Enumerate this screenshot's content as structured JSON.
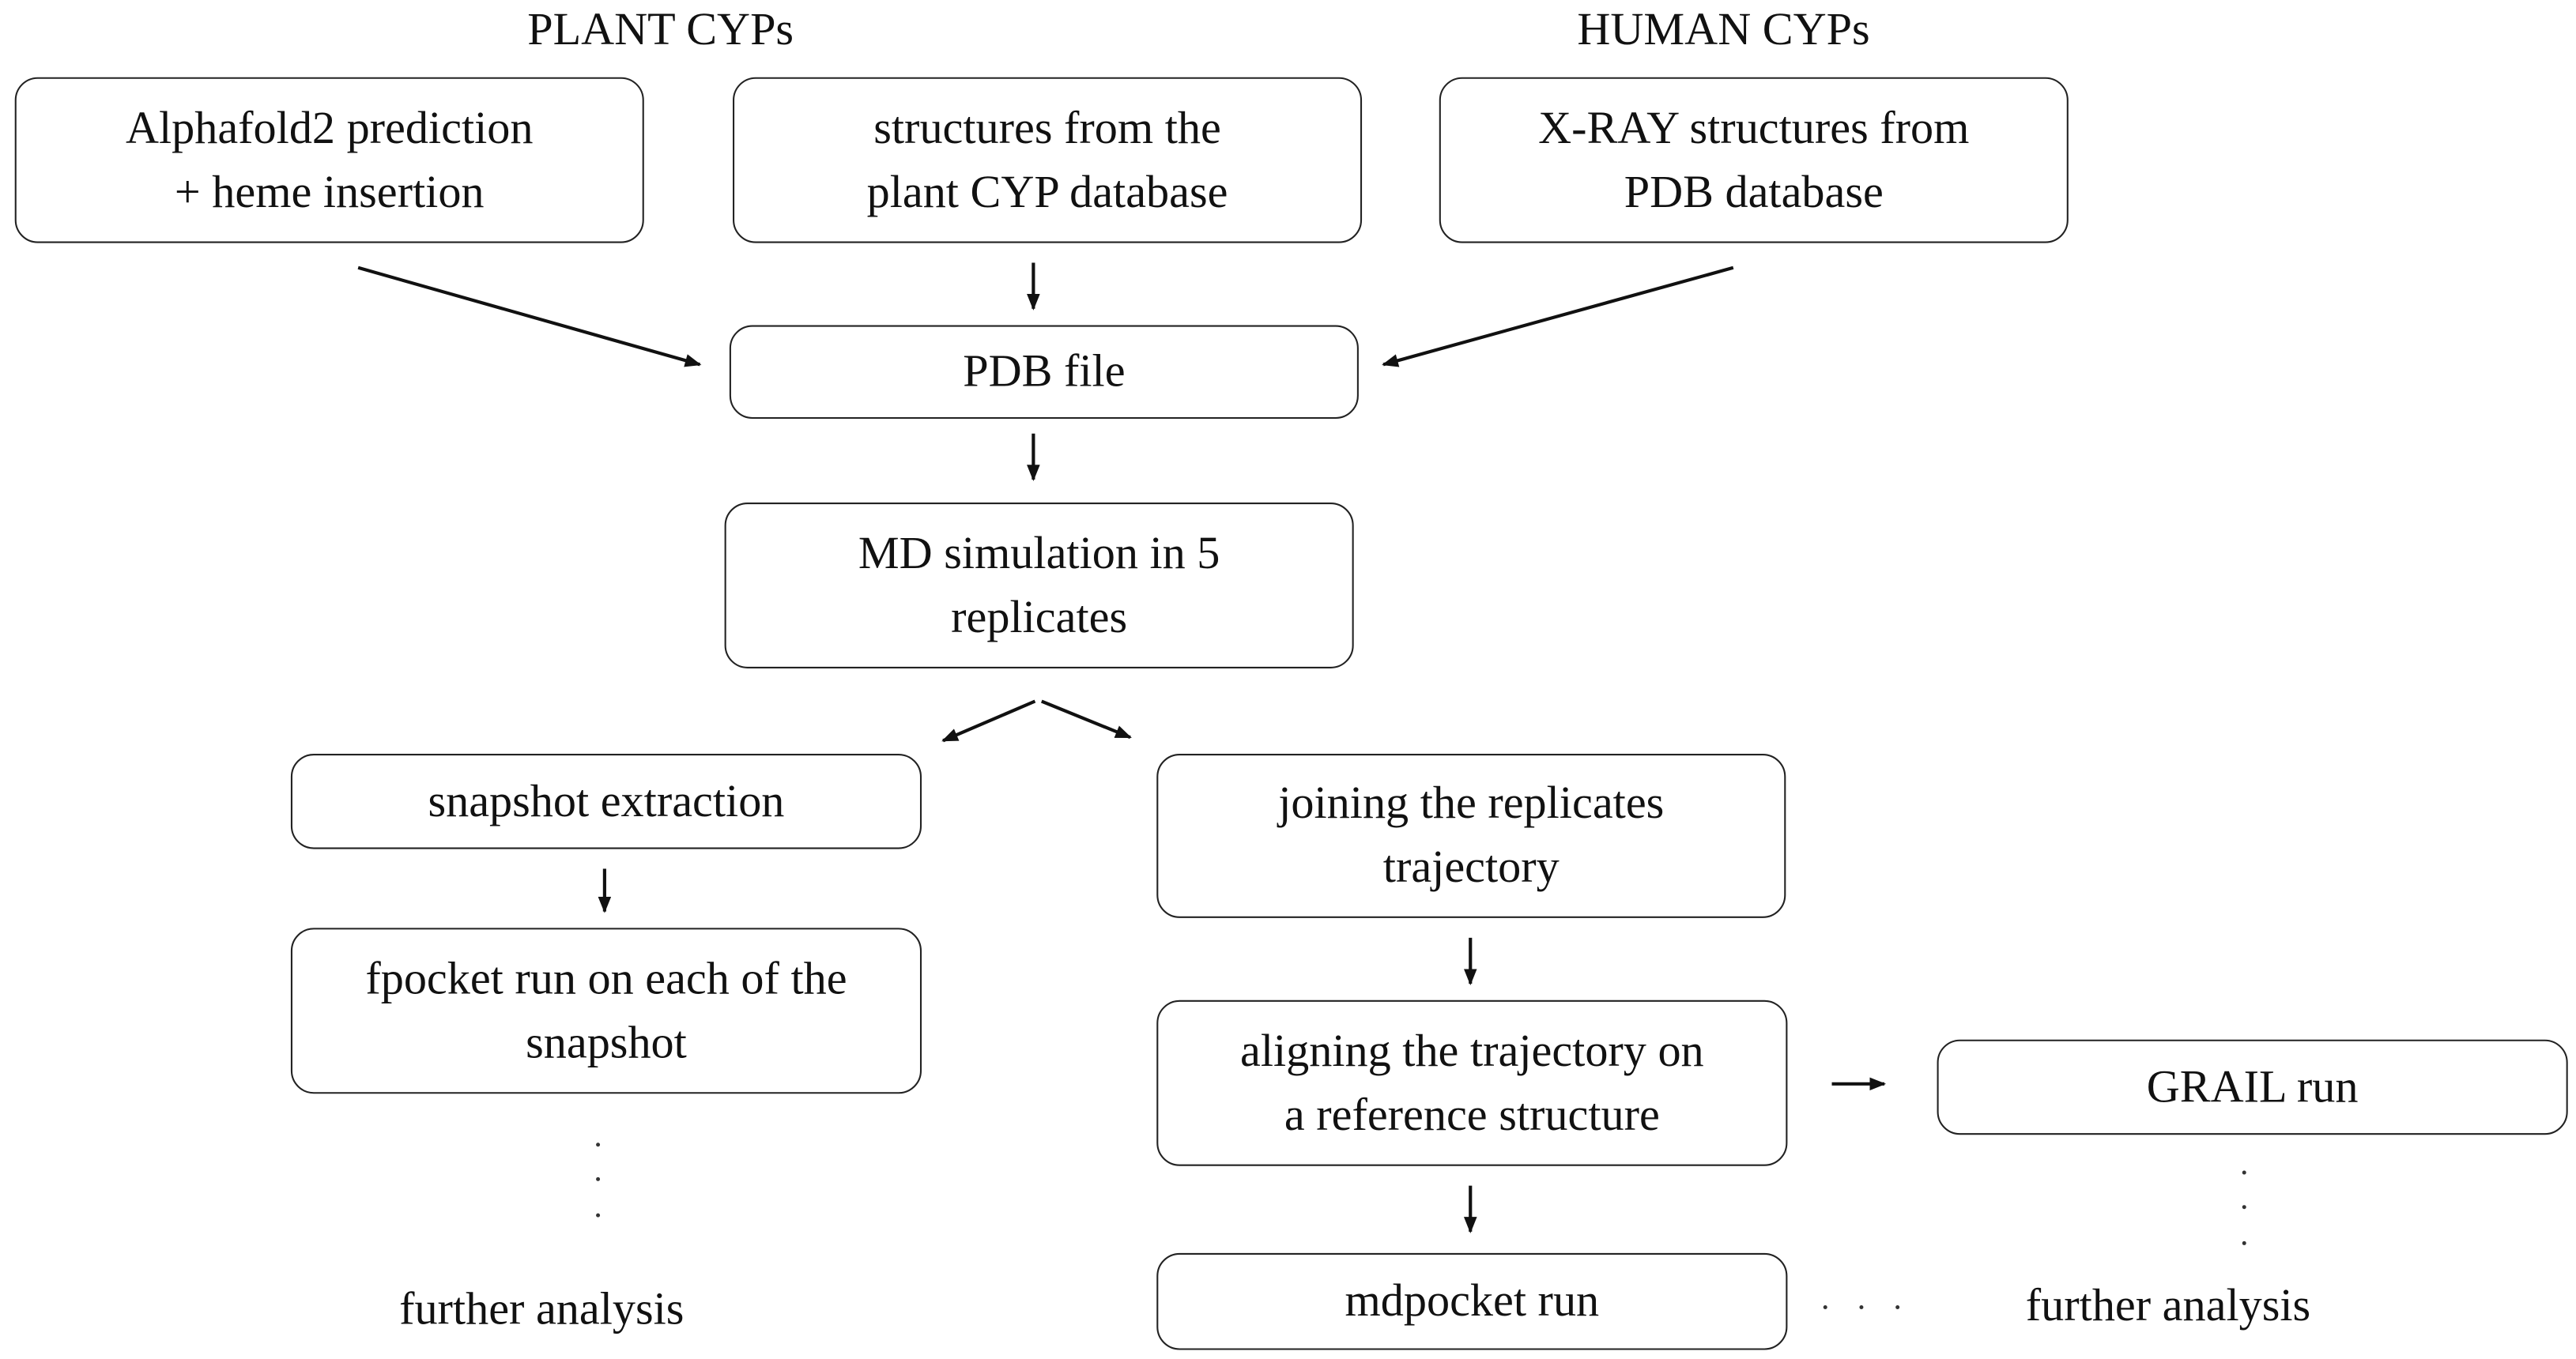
{
  "headers": {
    "plant": "PLANT CYPs",
    "human": "HUMAN CYPs"
  },
  "boxes": {
    "alphafold": {
      "line1": "Alphafold2 prediction",
      "line2": "+ heme insertion"
    },
    "plant_db": {
      "line1": "structures from the",
      "line2": "plant CYP database"
    },
    "xray": {
      "line1": "X-RAY structures  from",
      "line2": "PDB database"
    },
    "pdb_file": {
      "line1": "PDB file"
    },
    "md_sim": {
      "line1": "MD simulation in 5",
      "line2": "replicates"
    },
    "snapshot": {
      "line1": "snapshot extraction"
    },
    "fpocket": {
      "line1": "fpocket run on each of the",
      "line2": "snapshot"
    },
    "joining": {
      "line1": "joining the replicates",
      "line2": "trajectory"
    },
    "aligning": {
      "line1": "aligning the trajectory on",
      "line2": "a reference structure"
    },
    "grail": {
      "line1": "GRAIL run"
    },
    "mdpocket": {
      "line1": "mdpocket run"
    }
  },
  "further_left": "further analysis",
  "further_right": "further analysis"
}
